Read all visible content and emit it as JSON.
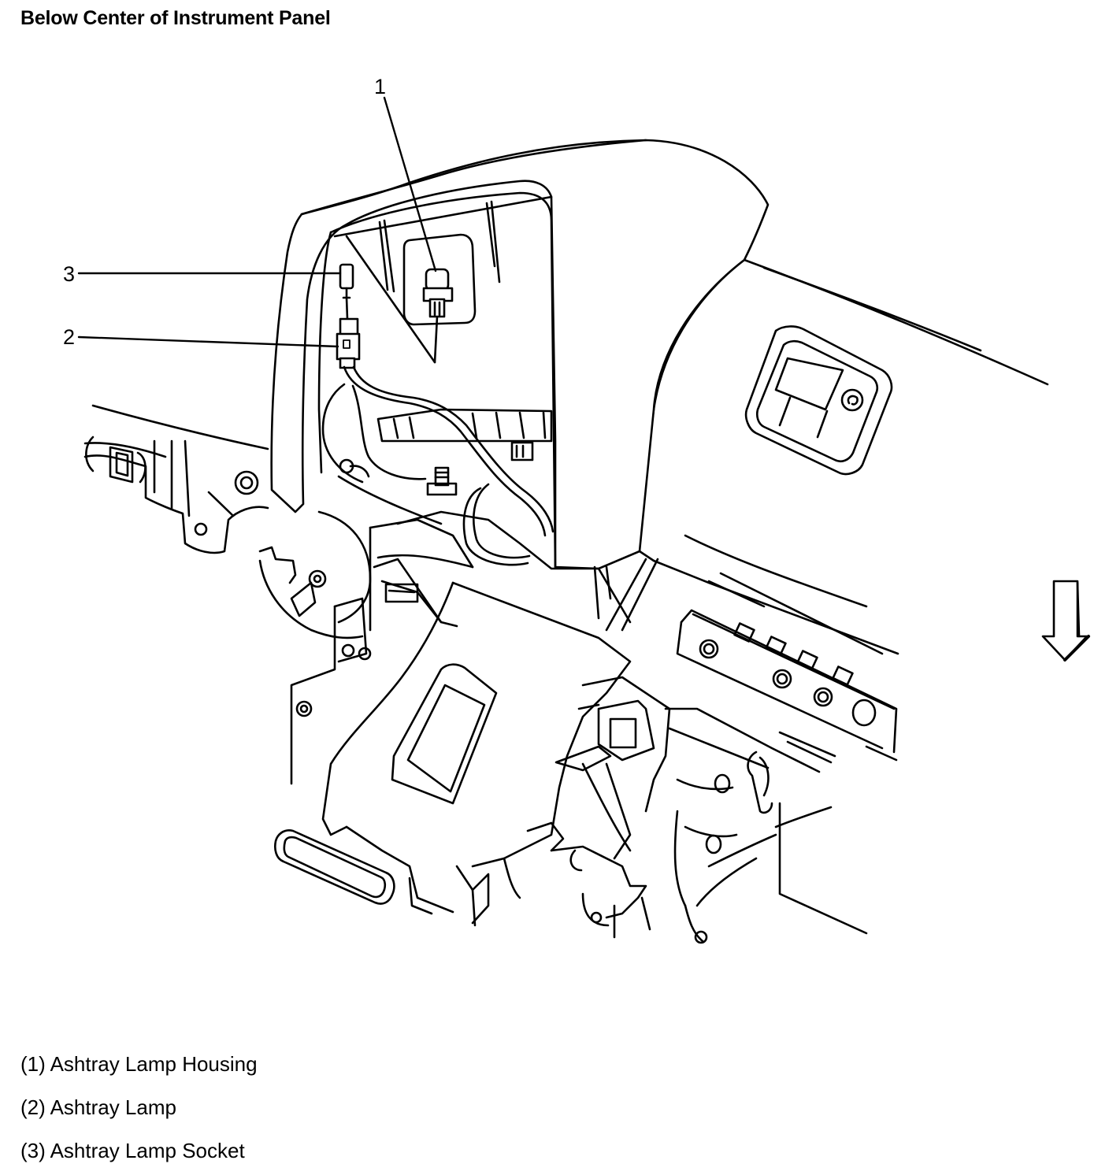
{
  "title": "Below Center of Instrument Panel",
  "callouts": [
    {
      "number": "1"
    },
    {
      "number": "2"
    },
    {
      "number": "3"
    }
  ],
  "legend": [
    "(1) Ashtray Lamp Housing",
    "(2) Ashtray Lamp",
    "(3) Ashtray Lamp Socket"
  ],
  "icons": {
    "direction_arrow": "down-arrow-icon"
  }
}
